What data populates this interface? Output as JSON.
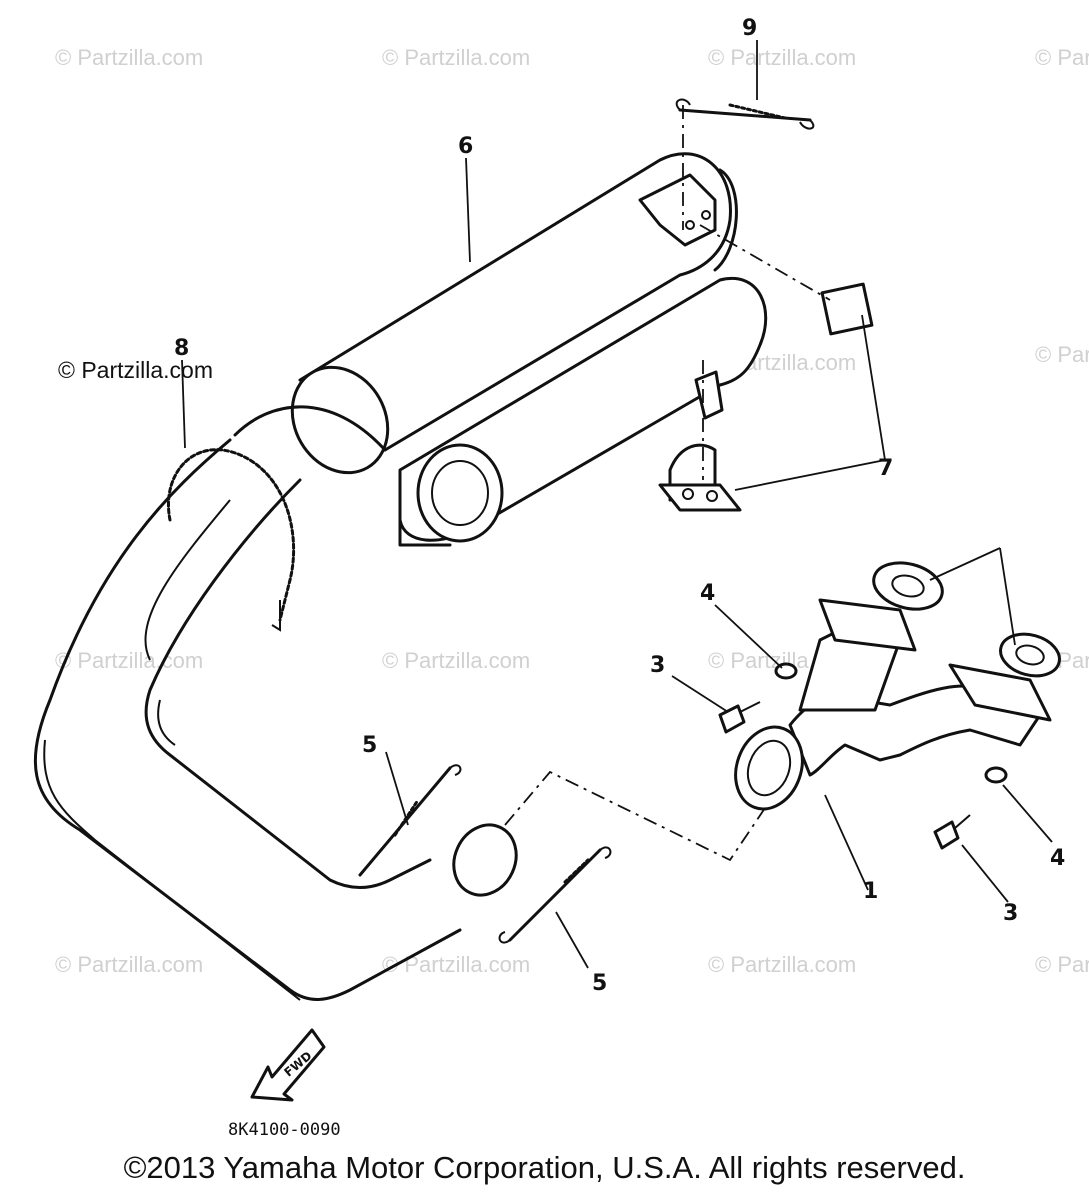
{
  "watermarks": {
    "text": "© Partzilla.com",
    "emphasized_text": "© Partzilla.com"
  },
  "callouts": {
    "c1": "1",
    "c3a": "3",
    "c3b": "3",
    "c4a": "4",
    "c4b": "4",
    "c5a": "5",
    "c5b": "5",
    "c6": "6",
    "c7": "7",
    "c8": "8",
    "c9": "9"
  },
  "fwd_label": "FWD",
  "part_code": "8K4100-0090",
  "copyright": "©2013 Yamaha Motor Corporation, U.S.A. All rights reserved."
}
